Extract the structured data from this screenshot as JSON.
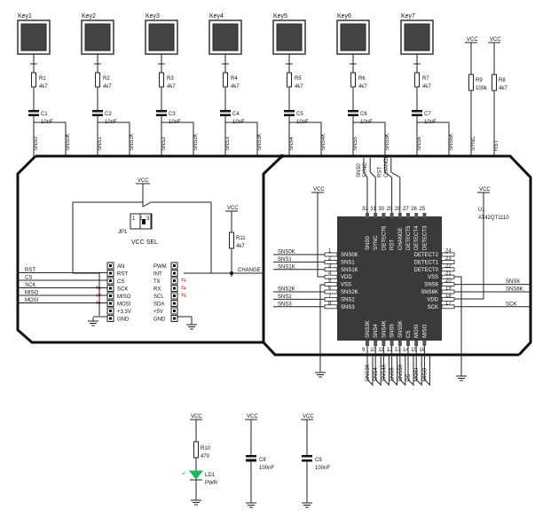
{
  "keys": [
    {
      "key": "Key1",
      "res": "R1",
      "rval": "4k7",
      "cap": "C1",
      "cval": "10nF",
      "sns": "SNS0",
      "snsk": "SNS0K"
    },
    {
      "key": "Key2",
      "res": "R2",
      "rval": "4k7",
      "cap": "C2",
      "cval": "10nF",
      "sns": "SNS1",
      "snsk": "SNS1K"
    },
    {
      "key": "Key3",
      "res": "R3",
      "rval": "4k7",
      "cap": "C3",
      "cval": "10nF",
      "sns": "SNS2",
      "snsk": "SNS2K"
    },
    {
      "key": "Key4",
      "res": "R4",
      "rval": "4k7",
      "cap": "C4",
      "cval": "10nF",
      "sns": "SNS3",
      "snsk": "SNS3K"
    },
    {
      "key": "Key5",
      "res": "R5",
      "rval": "4k7",
      "cap": "C5",
      "cval": "10nF",
      "sns": "SNS4",
      "snsk": "SNS4K"
    },
    {
      "key": "Key6",
      "res": "R6",
      "rval": "4k7",
      "cap": "C6",
      "cval": "10nF",
      "sns": "SNS5",
      "snsk": "SNS5K"
    },
    {
      "key": "Key7",
      "res": "R7",
      "rval": "4k7",
      "cap": "C7",
      "cval": "10nF",
      "sns": "SNS6",
      "snsk": "SNS6K"
    }
  ],
  "top_right": {
    "vcc": "VCC",
    "r9": "R9",
    "r9v": "100k",
    "r8": "R8",
    "r8v": "4k7",
    "sync": "SYNC",
    "rst": "RST"
  },
  "jp": {
    "vcc": "VCC",
    "name": "JP1",
    "label": "VCC SEL",
    "pins": [
      "1",
      "2",
      "3"
    ]
  },
  "r11": {
    "vcc": "VCC",
    "name": "R11",
    "val": "4k7"
  },
  "change_label": "CHANGE",
  "left_header": {
    "nets": [
      "RST",
      "CS",
      "SCK",
      "MISO",
      "MOSI"
    ],
    "pins": [
      "AN",
      "RST",
      "CS",
      "SCK",
      "MISO",
      "MOSI",
      "+3.3V",
      "GND"
    ]
  },
  "right_header": {
    "pins": [
      "PWM",
      "INT",
      "TX",
      "RX",
      "SCL",
      "SDA",
      "+5V",
      "GND"
    ]
  },
  "ic": {
    "name": "U1",
    "part": "AT42QT1110",
    "vcc": "VCC",
    "top_pins": [
      {
        "name": "SNS0",
        "num": "32"
      },
      {
        "name": "SYNC",
        "num": "31"
      },
      {
        "name": "DETECT6",
        "num": "30"
      },
      {
        "name": "RST",
        "num": "29"
      },
      {
        "name": "CHANGE",
        "num": "28"
      },
      {
        "name": "DETECT5",
        "num": "27"
      },
      {
        "name": "DETECT4",
        "num": "26"
      },
      {
        "name": "DETECT3",
        "num": "25"
      }
    ],
    "top_nets": [
      "SNS0",
      "SYNC",
      "RST",
      "CHANGE"
    ],
    "left_pins": [
      {
        "name": "SNS0K",
        "num": "1"
      },
      {
        "name": "SNS1",
        "num": "2"
      },
      {
        "name": "SNS1K",
        "num": "3"
      },
      {
        "name": "VDD",
        "num": "4"
      },
      {
        "name": "VSS",
        "num": "5"
      },
      {
        "name": "SNS2K",
        "num": "6"
      },
      {
        "name": "SNS2",
        "num": "7"
      },
      {
        "name": "SNS3",
        "num": "8"
      }
    ],
    "left_nets": [
      "SNS0K",
      "SNS1",
      "SNS1K",
      "SNS2K",
      "SNS2",
      "SNS3"
    ],
    "right_pins": [
      {
        "name": "DETECT2",
        "num": "24"
      },
      {
        "name": "DETECT1",
        "num": "23"
      },
      {
        "name": "DETECT0",
        "num": "22"
      },
      {
        "name": "VSS",
        "num": "21"
      },
      {
        "name": "SNS6",
        "num": "20"
      },
      {
        "name": "SNS6K",
        "num": "19"
      },
      {
        "name": "VDD",
        "num": "18"
      },
      {
        "name": "SCK",
        "num": "17"
      }
    ],
    "right_nets": [
      "SNS6",
      "SNS6K",
      "SCK"
    ],
    "bottom_pins": [
      {
        "name": "SNS3K",
        "num": "9"
      },
      {
        "name": "SNS4",
        "num": "10"
      },
      {
        "name": "SNS4K",
        "num": "11"
      },
      {
        "name": "SNS5",
        "num": "12"
      },
      {
        "name": "SNS5K",
        "num": "13"
      },
      {
        "name": "CS",
        "num": "14"
      },
      {
        "name": "MOSI",
        "num": "15"
      },
      {
        "name": "MISO",
        "num": "16"
      }
    ],
    "bottom_nets": [
      "SNS3K",
      "SNS4",
      "SNS4K",
      "SNS5",
      "SNS5K",
      "CS",
      "MOSI",
      "MISO"
    ]
  },
  "bottom": {
    "led_vcc": "VCC",
    "r10": "R10",
    "r10v": "470",
    "ld": "LD1",
    "ldlabel": "PWR",
    "c8_vcc": "VCC",
    "c8": "C8",
    "c8v": "100nF",
    "c9_vcc": "VCC",
    "c9": "C9",
    "c9v": "100nF"
  },
  "colors": {
    "wire": "#222222",
    "bus": "#111111",
    "ic_body": "#3a3a3a",
    "pad": "#555555",
    "led": "#1db954",
    "arrow": "#cc2222"
  }
}
